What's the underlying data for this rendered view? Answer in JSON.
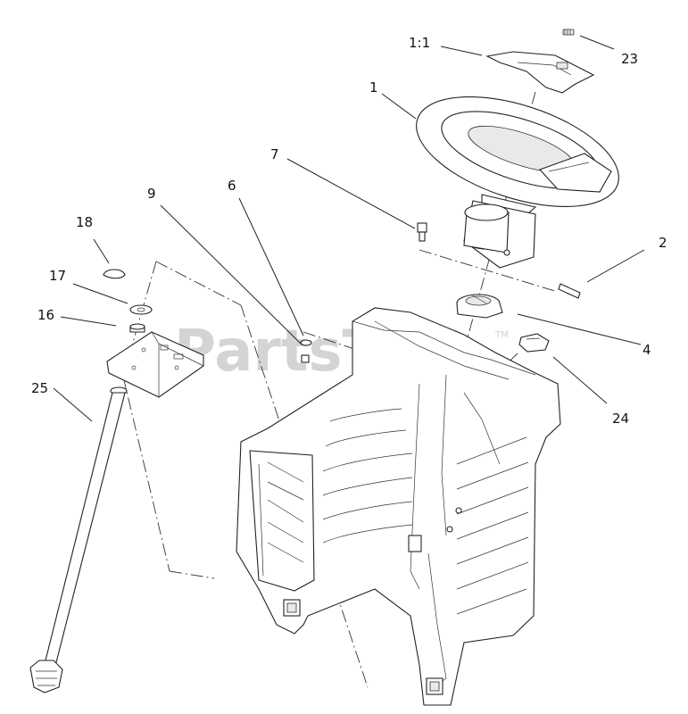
{
  "watermark": {
    "text": "PartsTree",
    "tm": "TM"
  },
  "callouts": [
    {
      "id": "c-1-1",
      "text": "1:1"
    },
    {
      "id": "c-23",
      "text": "23"
    },
    {
      "id": "c-1",
      "text": "1"
    },
    {
      "id": "c-7",
      "text": "7"
    },
    {
      "id": "c-9",
      "text": "9"
    },
    {
      "id": "c-6",
      "text": "6"
    },
    {
      "id": "c-2",
      "text": "2"
    },
    {
      "id": "c-18",
      "text": "18"
    },
    {
      "id": "c-17",
      "text": "17"
    },
    {
      "id": "c-16",
      "text": "16"
    },
    {
      "id": "c-4",
      "text": "4"
    },
    {
      "id": "c-24",
      "text": "24"
    },
    {
      "id": "c-25",
      "text": "25"
    }
  ]
}
